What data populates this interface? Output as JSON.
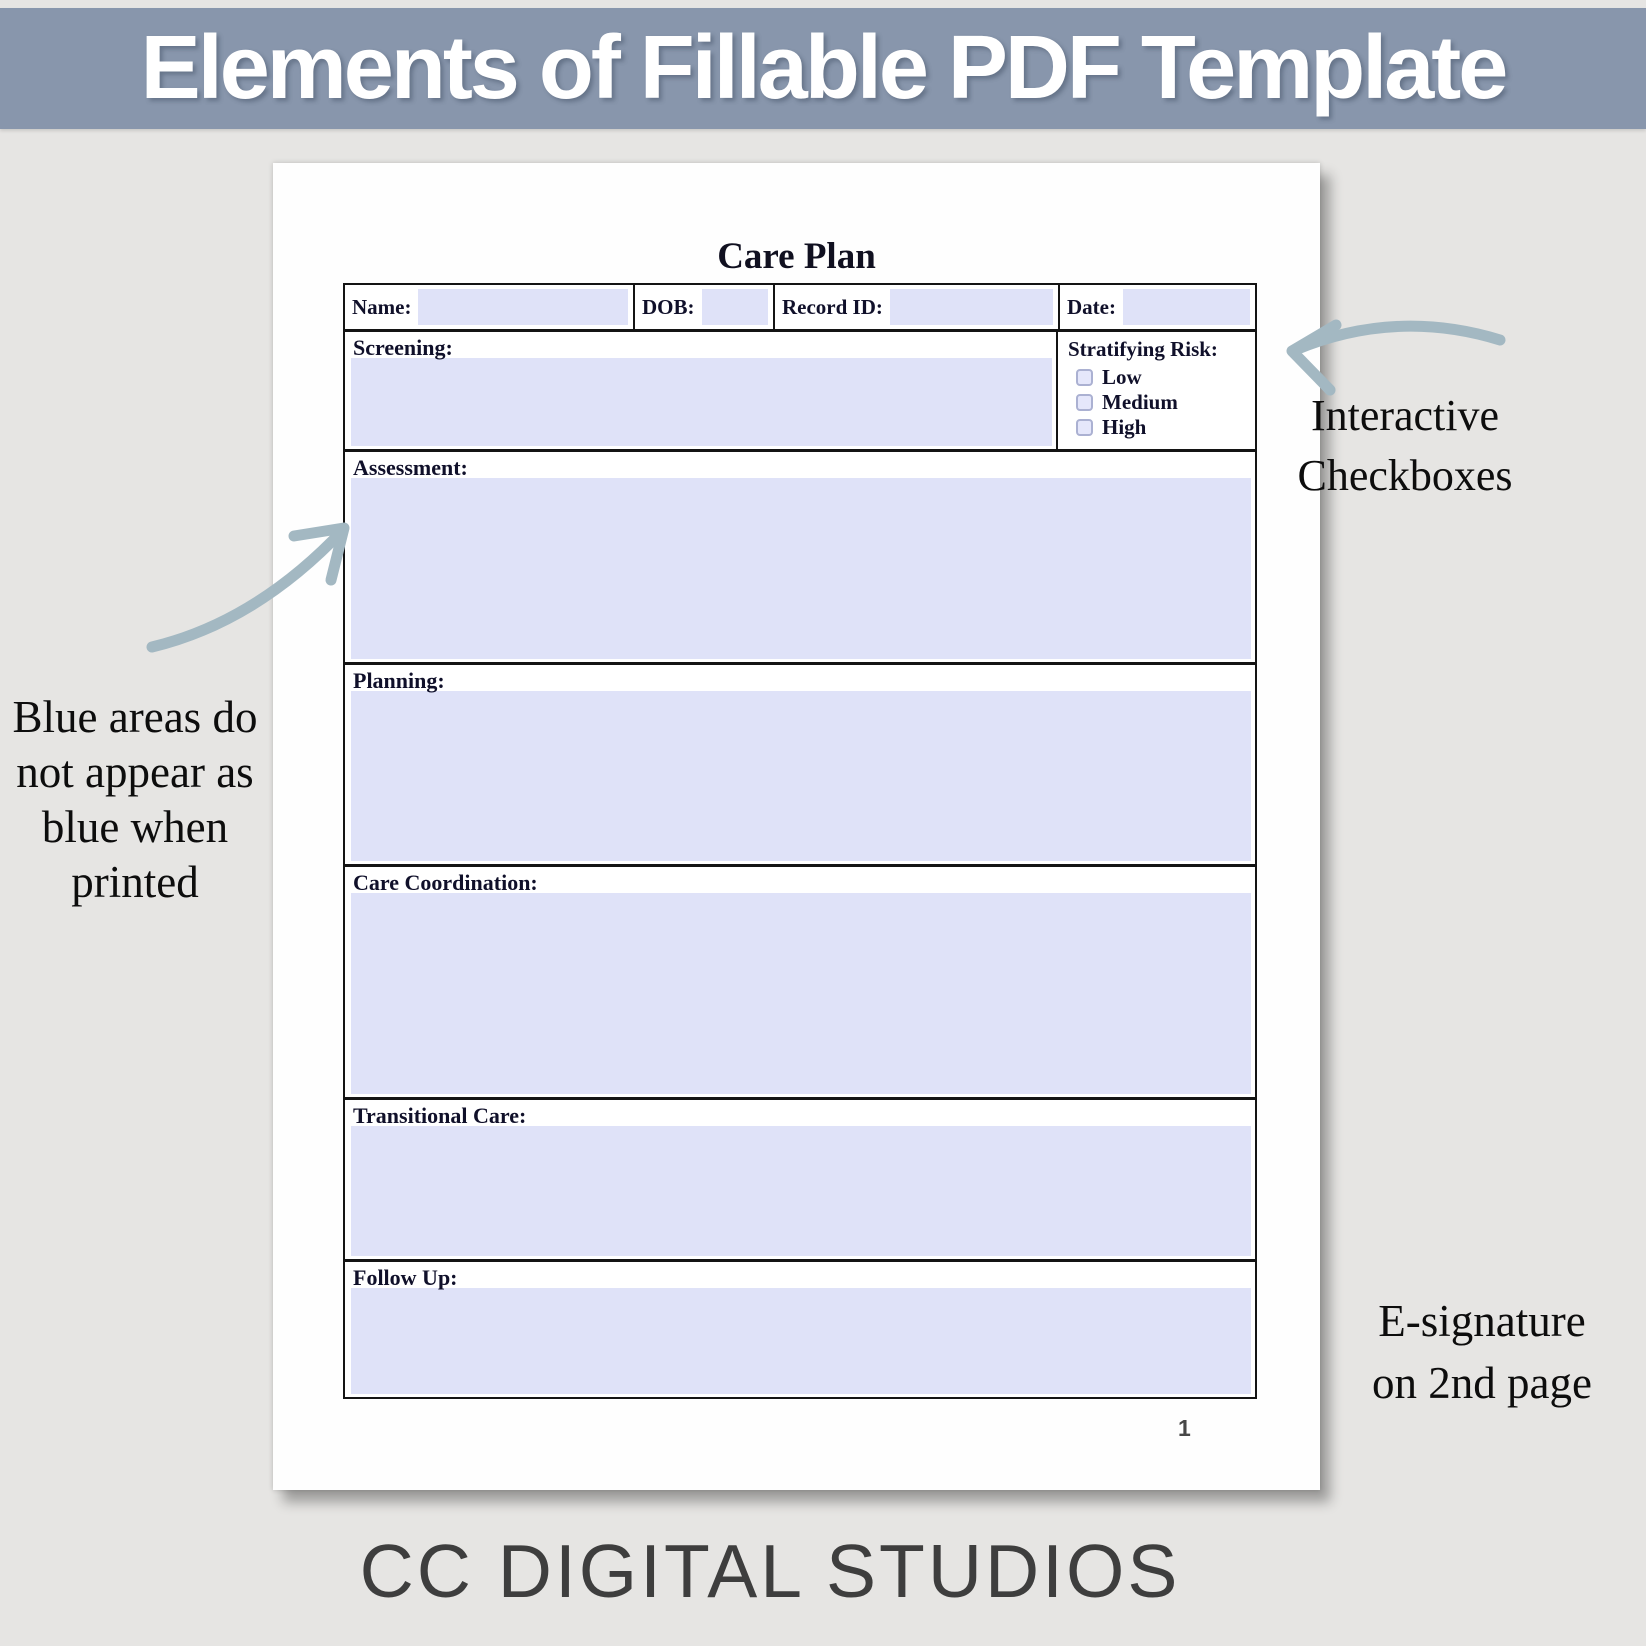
{
  "banner": {
    "title": "Elements of Fillable PDF Template"
  },
  "document": {
    "title": "Care Plan",
    "header_fields": [
      {
        "label": "Name:"
      },
      {
        "label": "DOB:"
      },
      {
        "label": "Record ID:"
      },
      {
        "label": "Date:"
      }
    ],
    "sections": [
      {
        "label": "Screening:"
      },
      {
        "label": "Assessment:"
      },
      {
        "label": "Planning:"
      },
      {
        "label": "Care Coordination:"
      },
      {
        "label": "Transitional Care:"
      },
      {
        "label": "Follow Up:"
      }
    ],
    "stratifying_risk": {
      "label": "Stratifying Risk:",
      "options": [
        {
          "label": "Low",
          "checked": false
        },
        {
          "label": "Medium",
          "checked": false
        },
        {
          "label": "High",
          "checked": false
        }
      ]
    },
    "page_number": "1"
  },
  "annotations": {
    "checkboxes_note": {
      "line1": "Interactive",
      "line2": "Checkboxes"
    },
    "print_note": {
      "line1": "Blue areas do",
      "line2": "not appear as",
      "line3": "blue when",
      "line4": "printed"
    },
    "esignature_note": {
      "line1": "E-signature",
      "line2": "on 2nd page"
    }
  },
  "footer": {
    "brand": "CC DIGITAL STUDIOS"
  },
  "colors": {
    "banner_bg": "#8896ac",
    "canvas_bg": "#e6e5e3",
    "field_blue": "#dfe2f8",
    "checkbox_border": "#abb1d2",
    "table_border": "#141414",
    "arrow": "#a3b8c2",
    "footer_ink": "#3e3e3e"
  }
}
